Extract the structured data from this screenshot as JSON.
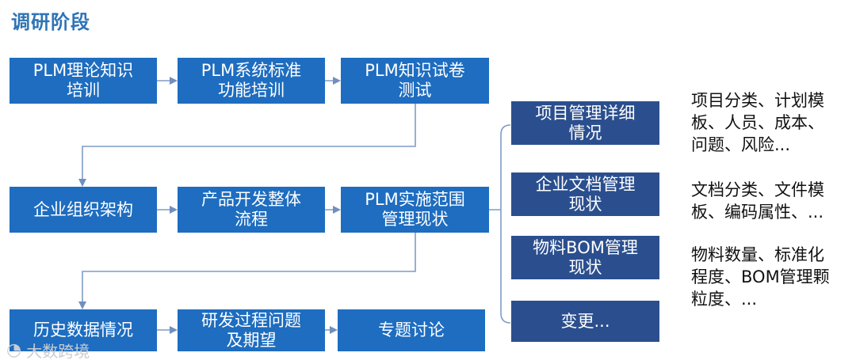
{
  "title": "调研阶段",
  "stages": {
    "plm_knowledge_training": "PLM理论知识\n培训",
    "plm_system_training": "PLM系统标准\n功能培训",
    "plm_knowledge_test": "PLM知识试卷\n测试",
    "org_structure": "企业组织架构",
    "product_dev_process": "产品开发整体\n流程",
    "plm_scope_status": "PLM实施范围\n管理现状",
    "history_data": "历史数据情况",
    "rd_issues": "研发过程问题\n及期望",
    "topic_discussion": "专题讨论"
  },
  "branches": {
    "project_mgmt": "项目管理详细\n情况",
    "doc_mgmt": "企业文档管理\n现状",
    "material_bom": "物料BOM管理\n现状",
    "change": "变更..."
  },
  "notes": {
    "project_mgmt": "项目分类、计划模\n板、人员、成本、\n问题、风险...",
    "doc_mgmt": "文档分类、文件模\n板、编码属性、...",
    "material_bom": "物料数量、标准化\n程度、BOM管理颗\n粒度、..."
  },
  "watermark": "大数跨境",
  "colors": {
    "stage_blue": "#1E6DC0",
    "branch_navy": "#2B4F8E",
    "title_blue": "#2E74B5",
    "connector": "#7F9CC6"
  }
}
